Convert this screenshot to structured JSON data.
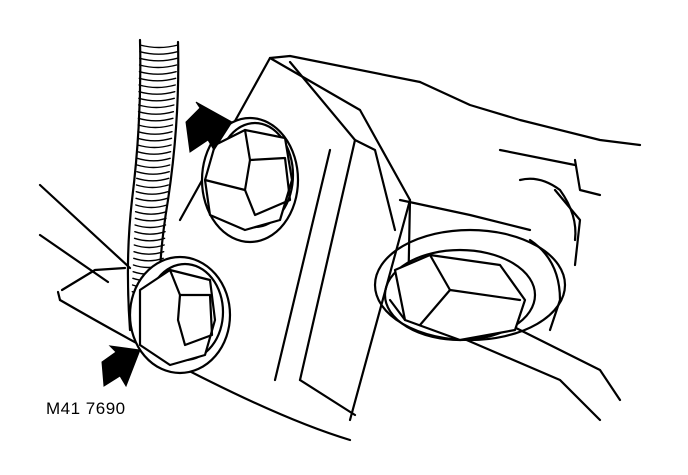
{
  "figure": {
    "reference_code": "M41 7690",
    "arrow_count": 2,
    "visible_bolts": 3
  },
  "colors": {
    "ink": "#000000",
    "paper": "#ffffff"
  }
}
